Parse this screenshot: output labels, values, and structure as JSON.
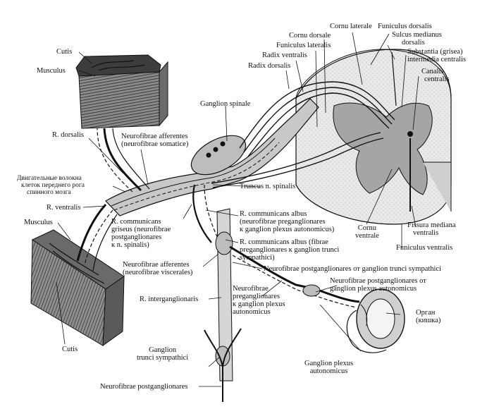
{
  "labels": {
    "cutis_top": "Cutis",
    "musculus_top": "Musculus",
    "r_dorsalis": "R. dorsalis",
    "motor_fibres": [
      "Двигательные волокна",
      "клеток переднего рога",
      "спинного мозга"
    ],
    "r_ventralis": "R. ventralis",
    "musculus_bottom": "Musculus",
    "cutis_bottom": "Cutis",
    "ganglion_spinale": "Ganglion spinale",
    "neurofibrae_afferentes_somatic": [
      "Neurofibrae afferentes",
      "(neurofibrae somatice)"
    ],
    "truncus_n_spinalis": "Truncus n. spinalis",
    "r_comm_griseus": [
      "R. communicans",
      "griseus (neurofibrae",
      "postganglionares",
      "к n. spinalis)"
    ],
    "r_comm_albus_1": [
      "R. communicans albus",
      "(neurofibrae preganglionares",
      "к ganglion plexus autonomicus)"
    ],
    "r_comm_albus_2": [
      "R. communicans albus (fibrae",
      "preganglionares к ganglion trunci",
      "sympathici)"
    ],
    "neurofibrae_afferentes_visceral": [
      "Neurofibrae afferentes",
      "(neurofibrae viscerales)"
    ],
    "postgang_trunci": "Neurofibrae postganglionares от ganglion trunci sympathici",
    "postgang_plexus": [
      "Neurofibrae postganglionares от",
      "ganglion plexus autonomicus"
    ],
    "r_interganglionaris": "R. interganglionaris",
    "pregang_plexus": [
      "Neurofibrae",
      "preganglionares",
      "к ganglion plexus",
      "autonomicus"
    ],
    "organ": [
      "Орган",
      "(кишка)"
    ],
    "ganglion_trunci": [
      "Ganglion",
      "trunci sympathici"
    ],
    "ganglion_plexus": [
      "Ganglion plexus",
      "autonomicus"
    ],
    "neurofibrae_postgang_bottom": "Neurofibrae postganglionares",
    "cornu_laterale": "Cornu laterale",
    "cornu_dorsale": "Cornu dorsale",
    "funiculus_lateralis": "Funiculus lateralis",
    "radix_ventralis": "Radix ventralis",
    "radix_dorsalis": "Radix dorsalis",
    "funiculus_dorsalis": "Funiculus dorsalis",
    "sulcus_medianus": [
      "Sulcus medianus",
      "dorsalis"
    ],
    "substantia": [
      "Substantia (grisea)",
      "intermedia centralis"
    ],
    "canalis_centralis": [
      "Canalis",
      "centralis"
    ],
    "cornu_ventrale": [
      "Cornu",
      "ventrale"
    ],
    "fissura_mediana": [
      "Fissura mediana",
      "ventralis"
    ],
    "funiculus_ventralis": "Funiculus ventralis"
  },
  "colors": {
    "ink": "#111111",
    "tissue": "#5a5a5a",
    "nerve_fill": "#c9c9c9",
    "cord_fill": "#e6e6e6",
    "grey_matter": "#9a9a9a"
  }
}
